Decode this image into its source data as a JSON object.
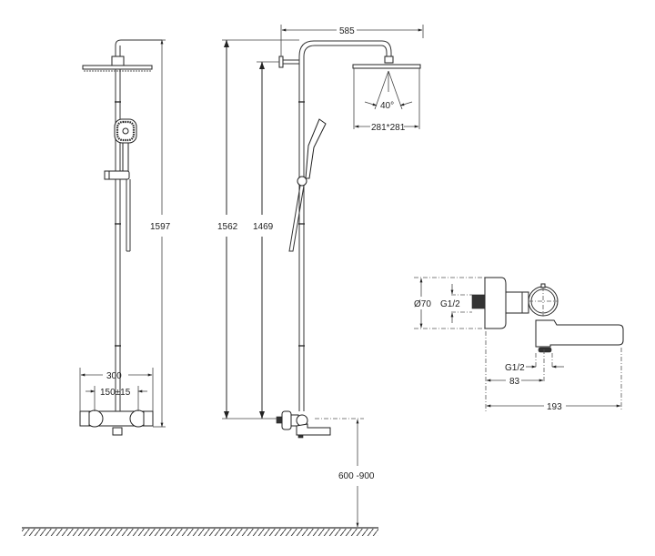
{
  "drawing": {
    "title": "Thermostatic shower system dimension drawing",
    "front_view": {
      "height_label": "1597",
      "width_label": "300",
      "inlet_spacing_label": "150±15"
    },
    "side_view": {
      "arm_reach_label": "585",
      "total_height_label": "1562",
      "wall_bracket_height_label": "1469",
      "spray_angle_label": "40°",
      "head_size_label": "281*281",
      "mounting_height_label": "600 -900"
    },
    "mixer_detail": {
      "escutcheon_diameter_label": "Ø70",
      "inlet_thread_label": "G1/2",
      "outlet_thread_label": "G1/2",
      "outlet_offset_label": "83",
      "spout_length_label": "193"
    }
  },
  "colors": {
    "line": "#333333",
    "dimension": "#444444",
    "pipe_gray": "#777777",
    "background": "#ffffff"
  }
}
